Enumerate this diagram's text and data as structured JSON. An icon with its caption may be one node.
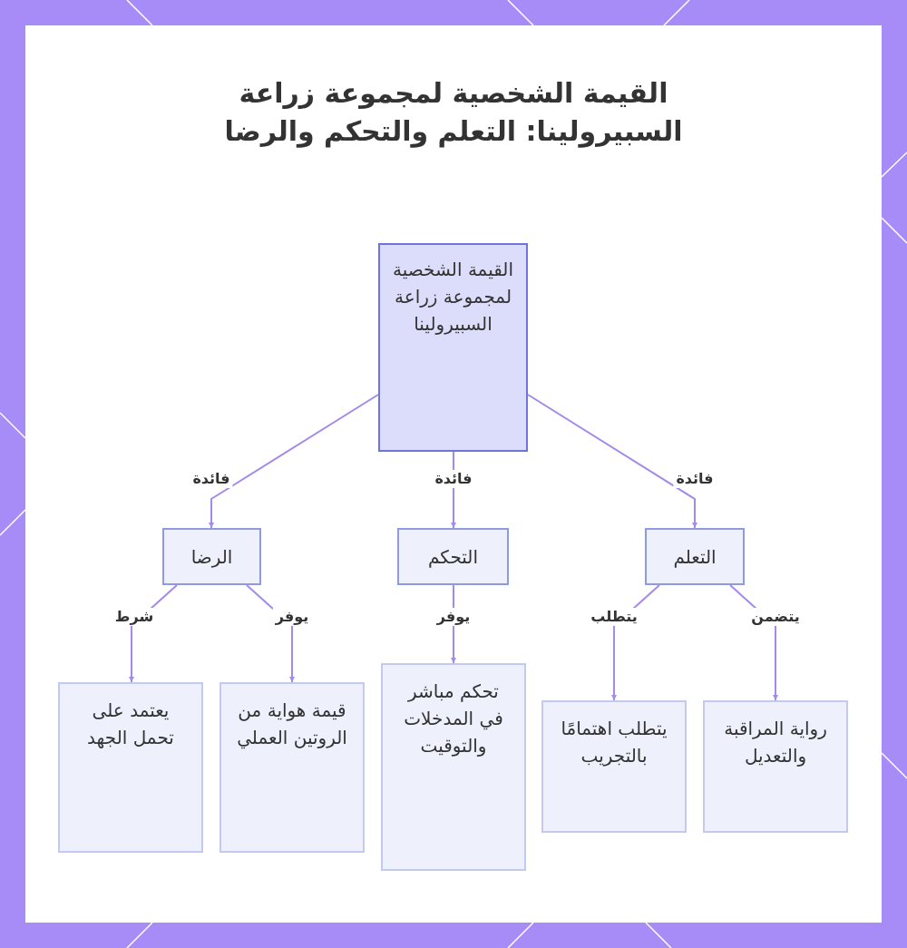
{
  "diagram": {
    "title": "القيمة الشخصية لمجموعة زراعة السبيرولينا: التعلم والتحكم والرضا",
    "nodes": [
      {
        "text": [
          "القيمة الشخصية لمجموعة زراعة السبيرولينا"
        ]
      },
      {
        "text": [
          "التعلم"
        ]
      },
      {
        "text": [
          "التحكم"
        ]
      },
      {
        "text": [
          "الرضا"
        ]
      },
      {
        "text": [
          "رواية المراقبة والتعديل"
        ]
      },
      {
        "text": [
          "يتطلب اهتمامًا بالتجريب"
        ]
      },
      {
        "text": [
          "تحكم مباشر في المدخلات والتوقيت"
        ]
      },
      {
        "text": [
          "قيمة هواية من الروتين العملي"
        ]
      },
      {
        "text": [
          "يعتمد على تحمل الجهد"
        ]
      }
    ],
    "edges": [
      {
        "from": 0,
        "to": 1,
        "arrow": "to",
        "label": "فائدة"
      },
      {
        "from": 0,
        "to": 2,
        "arrow": "to",
        "label": "فائدة"
      },
      {
        "from": 0,
        "to": 3,
        "arrow": "to",
        "label": "فائدة"
      },
      {
        "from": 1,
        "to": 4,
        "arrow": "to",
        "label": "يتضمن"
      },
      {
        "from": 1,
        "to": 5,
        "arrow": "to",
        "label": "يتطلب"
      },
      {
        "from": 2,
        "to": 6,
        "arrow": "to",
        "label": "يوفر"
      },
      {
        "from": 3,
        "to": 7,
        "arrow": "to",
        "label": "يوفر"
      },
      {
        "from": 3,
        "to": 8,
        "arrow": "to",
        "label": "شرط"
      }
    ]
  }
}
